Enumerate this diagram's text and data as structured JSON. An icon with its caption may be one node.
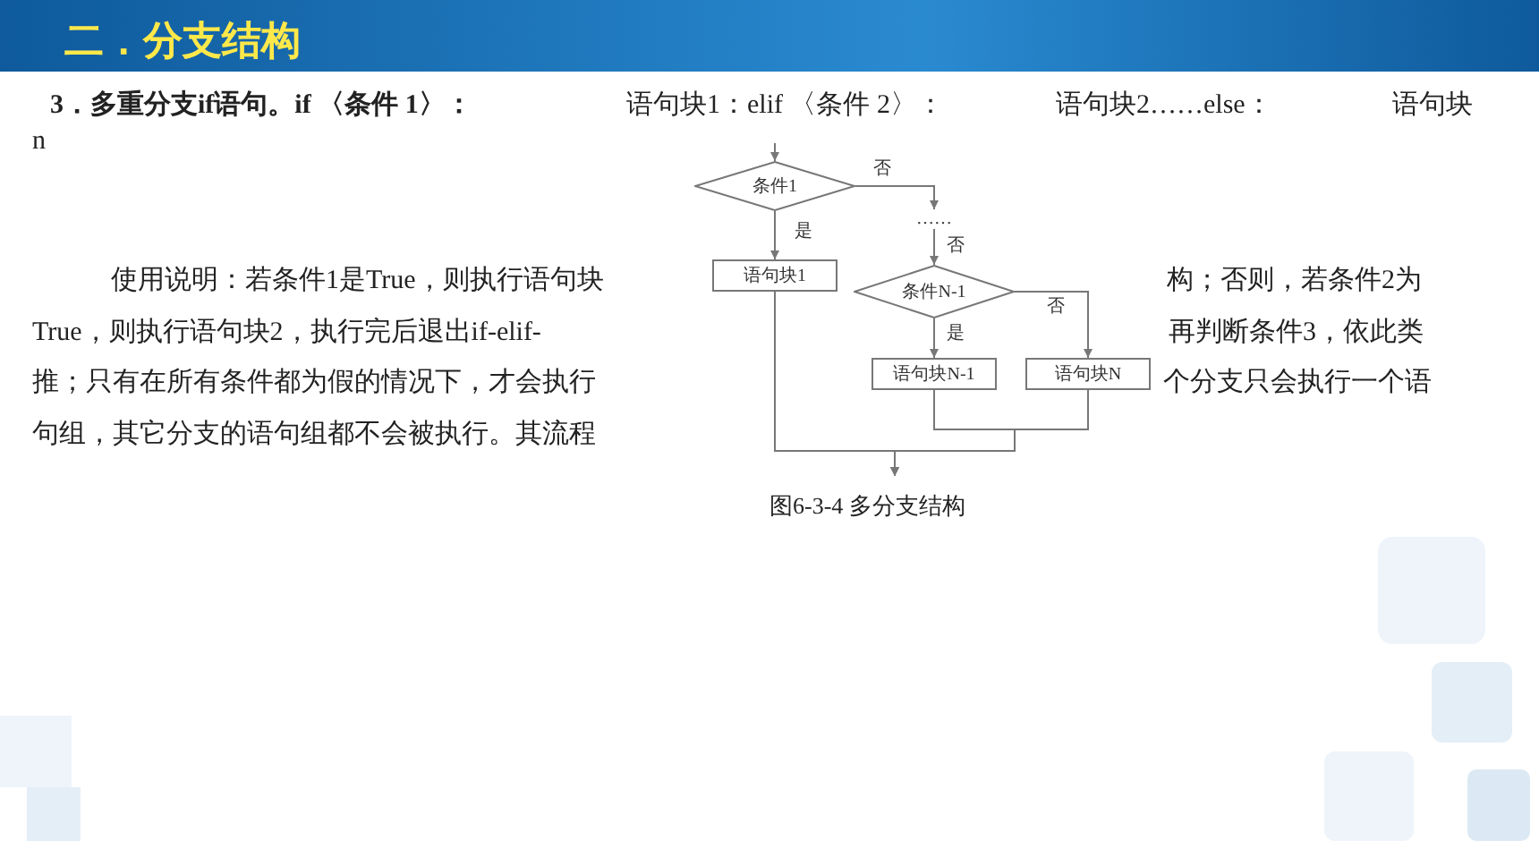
{
  "diagram": {
    "title": "二．分支结构",
    "caption": "图6-3-4 多分支结构",
    "nodes": [
      {
        "text": [
          "条件1"
        ]
      },
      {
        "text": [
          "语句块1"
        ]
      },
      {
        "text": [
          "……"
        ]
      },
      {
        "text": [
          "条件N-1"
        ]
      },
      {
        "text": [
          "语句块N-1"
        ]
      },
      {
        "text": [
          "语句块N"
        ]
      }
    ],
    "edges": [
      {
        "from": null,
        "to": 0,
        "arrow": "to"
      },
      {
        "from": 0,
        "to": 1,
        "label": "是",
        "arrow": "to"
      },
      {
        "from": 0,
        "to": 2,
        "label": "否",
        "arrow": "to"
      },
      {
        "from": 2,
        "to": 3,
        "label": "否",
        "arrow": "to"
      },
      {
        "from": 3,
        "to": 4,
        "label": "是",
        "arrow": "to"
      },
      {
        "from": 3,
        "to": 5,
        "label": "否",
        "arrow": "to"
      },
      {
        "from": 1,
        "to": null,
        "arrow": "to"
      },
      {
        "from": 4,
        "to": null,
        "arrow": "to"
      },
      {
        "from": 5,
        "to": null,
        "arrow": "to"
      }
    ],
    "labels": [
      "3．多重分支if语句。if 〈条件 1〉：",
      "语句块1：elif 〈条件 2〉：",
      "语句块2……else：",
      "语句块",
      "n",
      "使用说明：若条件1是True，则执行语句块",
      "构；否则，若条件2为",
      "True，则执行语句块2，执行完后退出if-elif-",
      "再判断条件3，依此类",
      "推；只有在所有条件都为假的情况下，才会执行",
      "个分支只会执行一个语",
      "句组，其它分支的语句组都不会被执行。其流程"
    ]
  }
}
